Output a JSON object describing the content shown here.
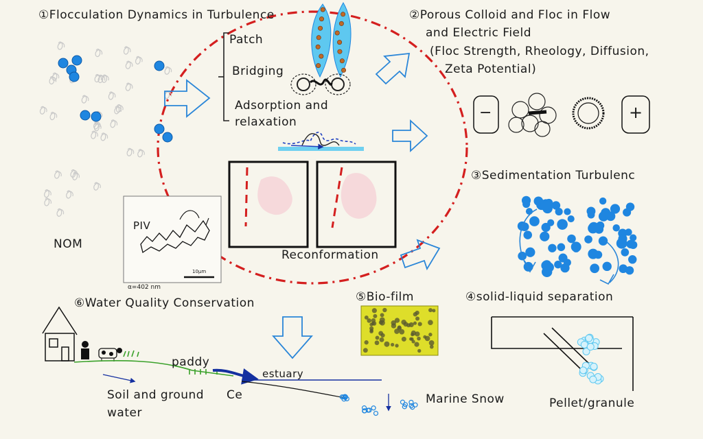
{
  "sections": {
    "s1": "①Flocculation Dynamics in Turbulence",
    "s2_line1": "②Porous Colloid and Floc in Flow",
    "s2_line2": "and Electric Field",
    "s2_line3": "(Floc Strength, Rheology, Diffusion,",
    "s2_line4": "Zeta Potential)",
    "s3": "③Sedimentation Turbulenc",
    "s4": "④solid-liquid separation",
    "s5": "⑤Bio-film",
    "s6": "⑥Water Quality Conservation"
  },
  "mechanisms": {
    "patch": "Patch",
    "bridging": "Bridging",
    "adsorption_line1": "Adsorption and",
    "adsorption_line2": "relaxation"
  },
  "labels": {
    "nom": "NOM",
    "piv": "PIV",
    "scale": "10μm",
    "alpha": "α=402 nm",
    "reconformation": "Reconformation",
    "minus": "−",
    "plus": "+",
    "paddy": "paddy",
    "estuary": "estuary",
    "soil_line1": "Soil and ground",
    "soil_line2": "water",
    "ce": "Ce",
    "marine_snow": "Marine Snow",
    "pellet": "Pellet/granule"
  },
  "colors": {
    "blue": "#1f86e0",
    "red_dash": "#d41f1f",
    "yellow_box": "#dede2a",
    "light_blue": "#5ec8f0",
    "green_ground": "#3aa12a"
  }
}
